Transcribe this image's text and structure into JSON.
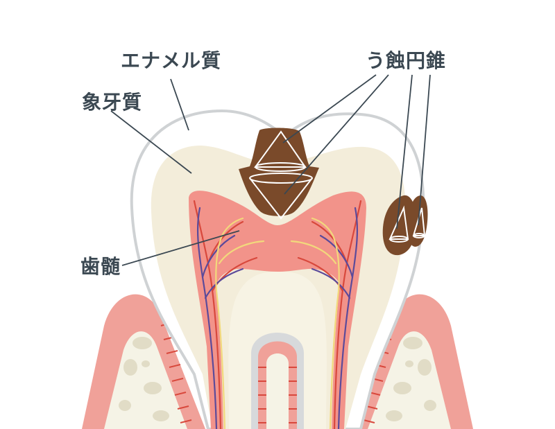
{
  "labels": {
    "enamel": "エナメル質",
    "dentin": "象牙質",
    "pulp": "歯髄",
    "caries_cone": "う蝕円錐"
  },
  "colors": {
    "label_text": "#3b4852",
    "leader_line": "#3b4852",
    "enamel_fill": "#ffffff",
    "enamel_outline": "#cfd2d4",
    "dentin_fill": "#f3edda",
    "pulp_fill": "#f2938a",
    "gum_fill": "#f0a199",
    "bone_fill": "#f5f3e6",
    "bone_spots": "#e1dcc6",
    "caries_fill": "#7a4a2a",
    "artery": "#d8483c",
    "vein": "#5b4a9a",
    "nerve": "#f2d97c"
  }
}
